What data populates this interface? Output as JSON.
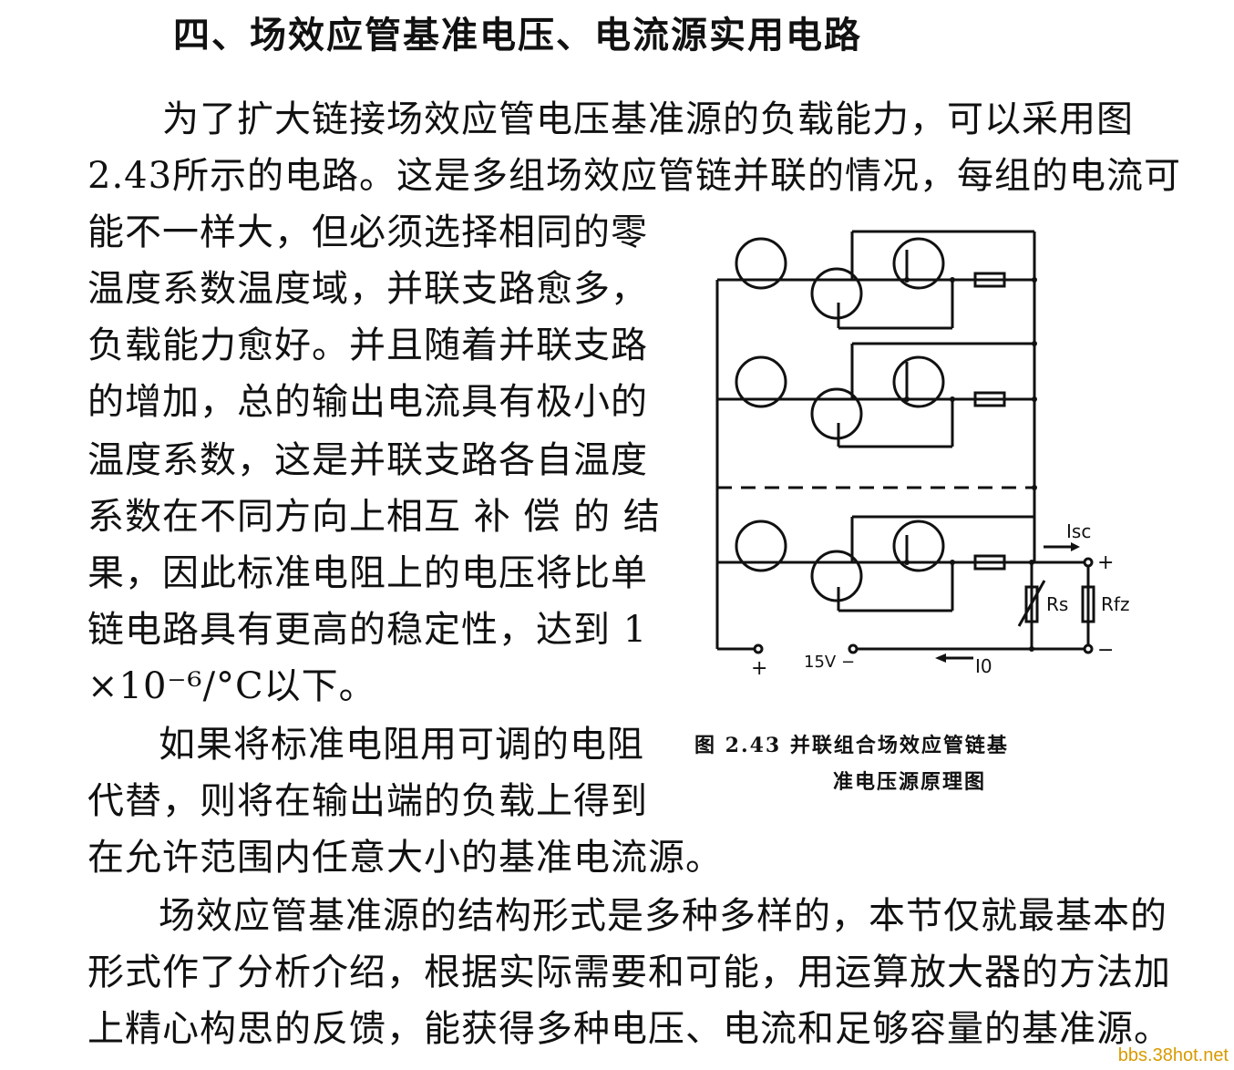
{
  "heading": "四、场效应管基准电压、电流源实用电路",
  "paragraphs": {
    "p1": [
      "为了扩大链接场效应管电压基准源的负载能力，可以采用图",
      "2.43所示的电路。这是多组场效应管链并联的情况，每组的电流可",
      "能不一样大，但必须选择相同的零",
      "温度系数温度域，并联支路愈多，",
      "负载能力愈好。并且随着并联支路",
      "的增加，总的输出电流具有极小的",
      "温度系数，这是并联支路各自温度",
      "系数在不同方向上相互 补 偿 的 结",
      "果，因此标准电阻上的电压将比单",
      "链电路具有更高的稳定性，达到 1",
      "×10⁻⁶/°C以下。"
    ],
    "p2": [
      "如果将标准电阻用可调的电阻",
      "代替，则将在输出端的负载上得到",
      "在允许范围内任意大小的基准电流源。"
    ],
    "p3": [
      "场效应管基准源的结构形式是多种多样的，本节仅就最基本的",
      "形式作了分析介绍，根据实际需要和可能，用运算放大器的方法加",
      "上精心构思的反馈，能获得多种电压、电流和足够容量的基准源。"
    ]
  },
  "figure": {
    "caption_line1": "图 2.43  并联组合场效应管链基",
    "caption_line2": "准电压源原理图",
    "labels": {
      "isc": "Isc",
      "plus_out": "+",
      "rs": "Rs",
      "rfz": "Rfz",
      "minus_out": "−",
      "plus_in": "+",
      "v15": "15V −",
      "i0": "I0"
    }
  },
  "watermark": "bbs.38hot.net"
}
